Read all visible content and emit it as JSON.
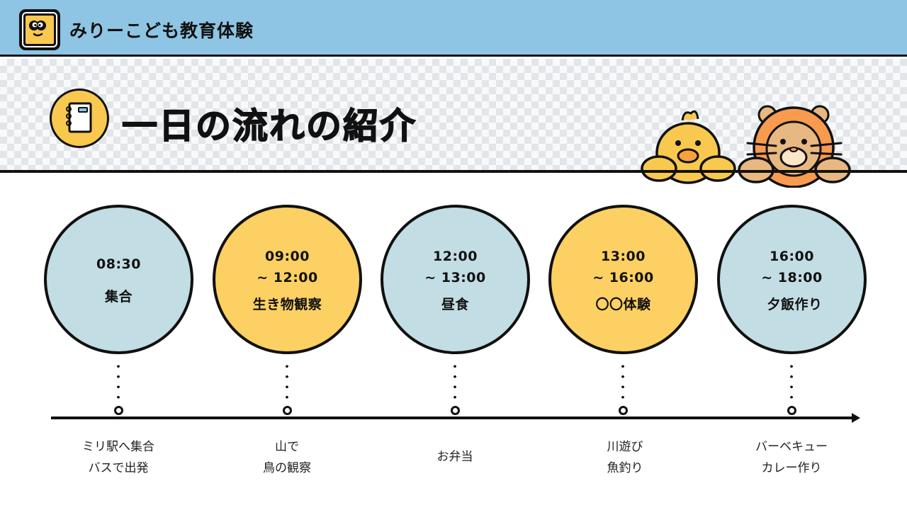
{
  "header": {
    "app_title": "みりーこども教育体験",
    "logo_icon": "smiley-face-logo-icon",
    "background_color": "#8ec5e4"
  },
  "page": {
    "title": "一日の流れの紹介",
    "title_icon": "notebook-icon",
    "mascots": [
      "chick-mascot",
      "lion-mascot"
    ]
  },
  "colors": {
    "blue_circle": "#c2dde3",
    "yellow_circle": "#fcd062",
    "outline": "#111111"
  },
  "timeline": {
    "steps": [
      {
        "time_start": "08:30",
        "time_end": "",
        "activity": "集合",
        "color": "blue",
        "caption_lines": [
          "ミリ駅へ集合",
          "バスで出発"
        ]
      },
      {
        "time_start": "09:00",
        "time_end": "~ 12:00",
        "activity": "生き物観察",
        "color": "yellow",
        "caption_lines": [
          "山で",
          "鳥の観察"
        ]
      },
      {
        "time_start": "12:00",
        "time_end": "~ 13:00",
        "activity": "昼食",
        "color": "blue",
        "caption_lines": [
          "お弁当"
        ]
      },
      {
        "time_start": "13:00",
        "time_end": "~ 16:00",
        "activity": "〇〇体験",
        "color": "yellow",
        "caption_lines": [
          "川遊び",
          "魚釣り"
        ]
      },
      {
        "time_start": "16:00",
        "time_end": "~ 18:00",
        "activity": "夕飯作り",
        "color": "blue",
        "caption_lines": [
          "バーベキュー",
          "カレー作り"
        ]
      }
    ]
  }
}
